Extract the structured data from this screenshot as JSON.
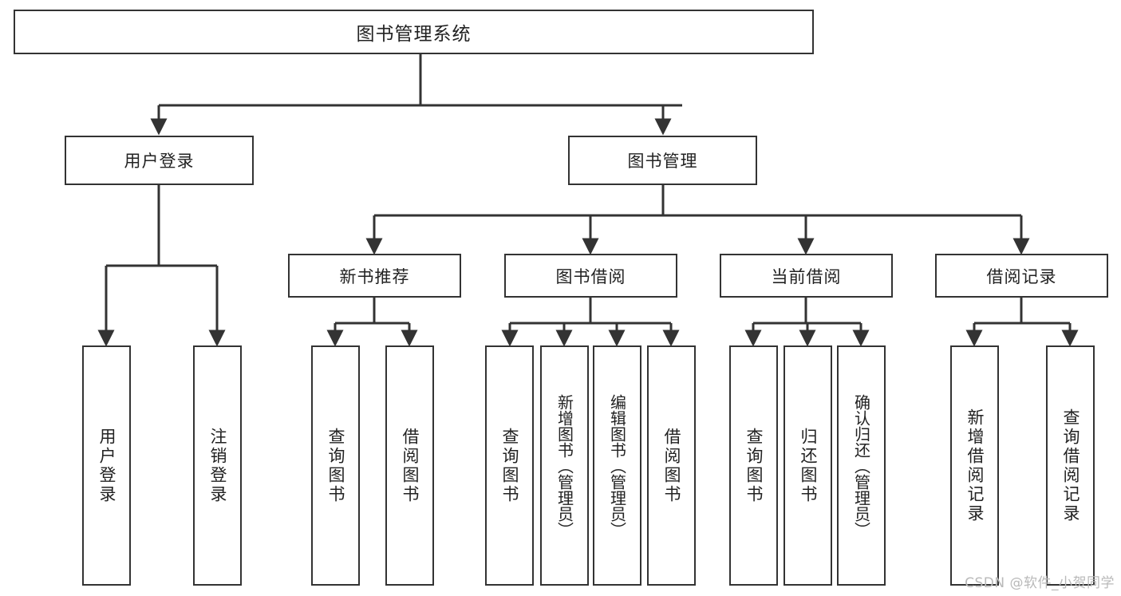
{
  "diagram": {
    "type": "tree",
    "title": "图书管理系统",
    "watermark": "CSDN @软件_小贺同学",
    "root": {
      "id": "root",
      "label": "图书管理系统"
    },
    "level1": [
      {
        "id": "user-login",
        "label": "用户登录"
      },
      {
        "id": "book-manage",
        "label": "图书管理"
      }
    ],
    "level2": [
      {
        "id": "new-book-recommend",
        "label": "新书推荐"
      },
      {
        "id": "book-borrow",
        "label": "图书借阅"
      },
      {
        "id": "current-borrow",
        "label": "当前借阅"
      },
      {
        "id": "borrow-record",
        "label": "借阅记录"
      }
    ],
    "leaves": {
      "user_login": [
        {
          "id": "leaf-user-login",
          "label": "用户登录"
        },
        {
          "id": "leaf-logout-login",
          "label": "注销登录"
        }
      ],
      "new_book_recommend": [
        {
          "id": "leaf-query-book-1",
          "label": "查询图书"
        },
        {
          "id": "leaf-borrow-book-1",
          "label": "借阅图书"
        }
      ],
      "book_borrow": [
        {
          "id": "leaf-query-book-2",
          "label": "查询图书"
        },
        {
          "id": "leaf-add-book-admin",
          "label": "新增图书（管理员）"
        },
        {
          "id": "leaf-edit-book-admin",
          "label": "编辑图书（管理员）"
        },
        {
          "id": "leaf-borrow-book-2",
          "label": "借阅图书"
        }
      ],
      "current_borrow": [
        {
          "id": "leaf-query-book-3",
          "label": "查询图书"
        },
        {
          "id": "leaf-return-book",
          "label": "归还图书"
        },
        {
          "id": "leaf-confirm-return-admin",
          "label": "确认归还（管理员）"
        }
      ],
      "borrow_record": [
        {
          "id": "leaf-add-borrow-record",
          "label": "新增借阅记录"
        },
        {
          "id": "leaf-query-borrow-record",
          "label": "查询借阅记录"
        }
      ]
    },
    "colors": {
      "stroke": "#333333",
      "fill": "#ffffff",
      "text": "#222222",
      "watermark": "#b9b9b9"
    }
  }
}
